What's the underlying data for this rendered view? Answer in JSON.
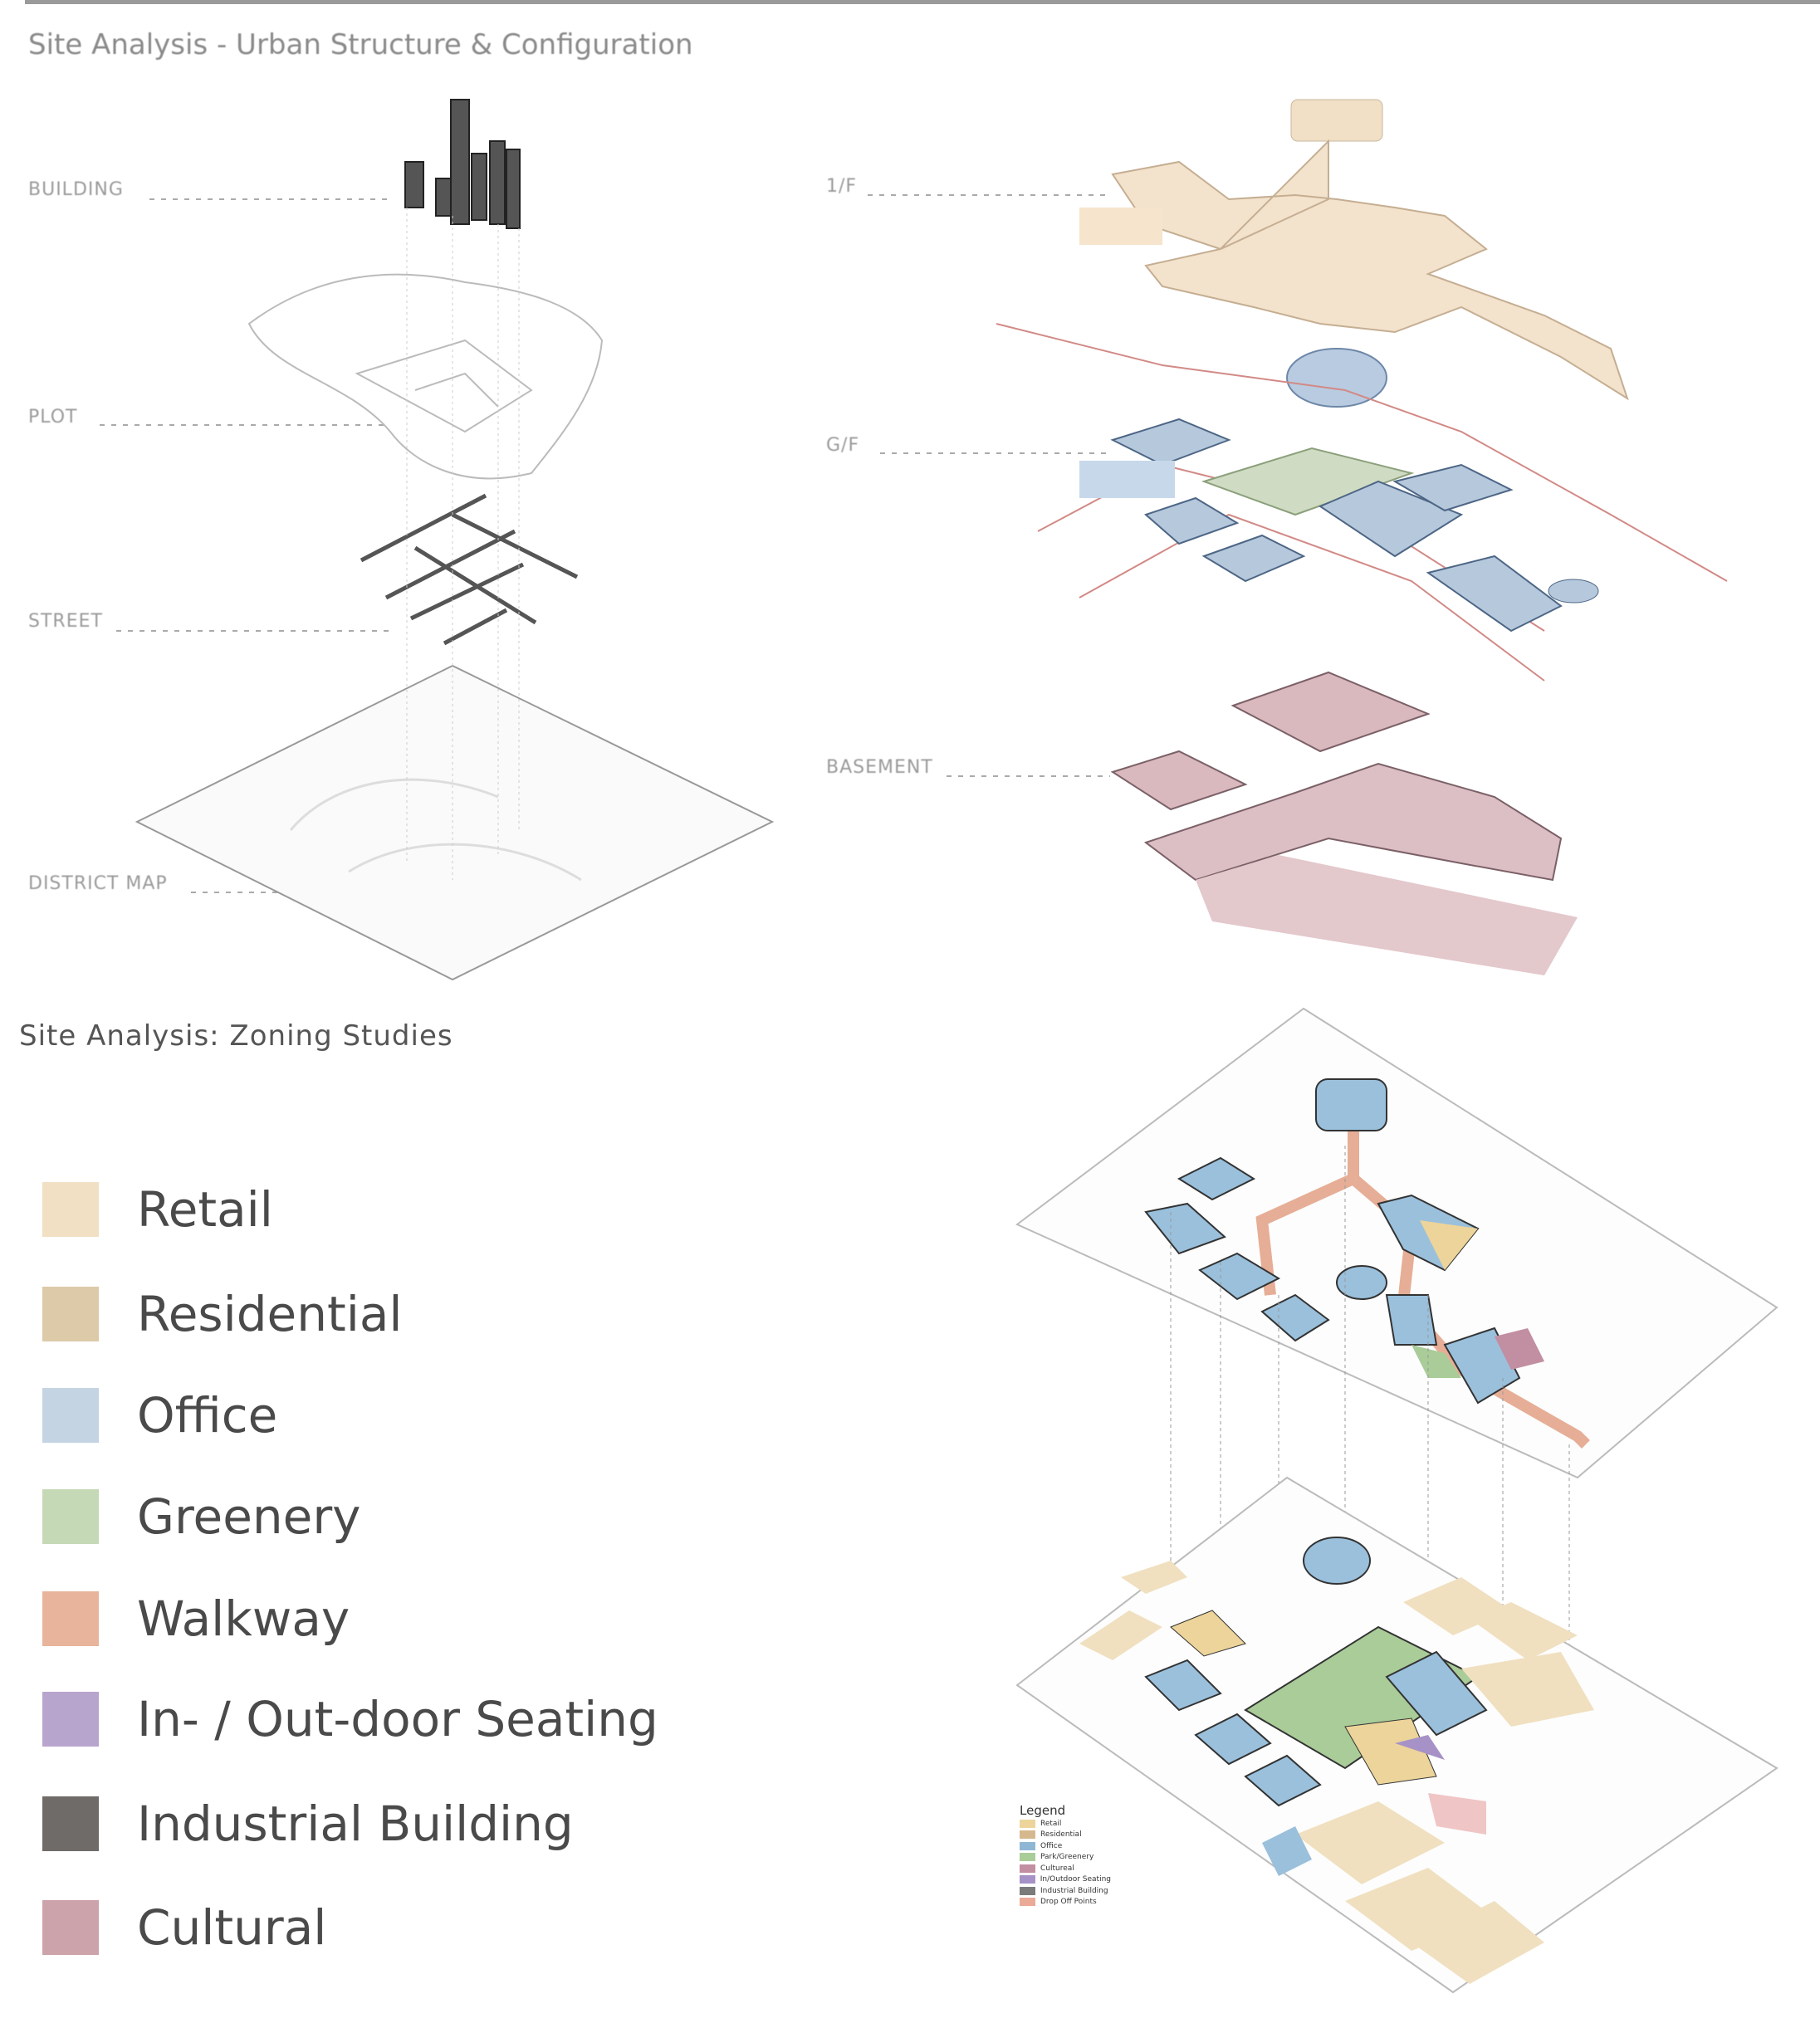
{
  "header": {
    "title": "Site Analysis - Urban Structure & Configuration"
  },
  "urban_stack": {
    "labels": [
      "BUILDING",
      "PLOT",
      "STREET",
      "DISTRICT MAP"
    ]
  },
  "floor_stack": {
    "labels": [
      "1/F",
      "G/F",
      "BASEMENT"
    ]
  },
  "zoning": {
    "title": "Site Analysis: Zoning Studies",
    "legend": [
      {
        "label": "Retail",
        "color": "#f1e0c3"
      },
      {
        "label": "Residential",
        "color": "#dccaa8"
      },
      {
        "label": "Office",
        "color": "#c4d4e2"
      },
      {
        "label": "Greenery",
        "color": "#c6d9b6"
      },
      {
        "label": "Walkway",
        "color": "#e8b49c"
      },
      {
        "label": "In- / Out-door Seating",
        "color": "#b8a5cd"
      },
      {
        "label": "Industrial Building",
        "color": "#6f6b69"
      },
      {
        "label": "Cultural",
        "color": "#cca3aa"
      }
    ]
  },
  "mini_legend": {
    "title": "Legend",
    "items": [
      {
        "label": "Retail",
        "color": "#ecd49a"
      },
      {
        "label": "Residential",
        "color": "#d6b88e"
      },
      {
        "label": "Office",
        "color": "#8fb7d3"
      },
      {
        "label": "Park/Greenery",
        "color": "#a9cc98"
      },
      {
        "label": "Cultureal",
        "color": "#c28ea2"
      },
      {
        "label": "In/Outdoor Seating",
        "color": "#a692c6"
      },
      {
        "label": "Industrial Building",
        "color": "#7b7b7b"
      },
      {
        "label": "Drop Off Points",
        "color": "#eba998"
      }
    ]
  }
}
